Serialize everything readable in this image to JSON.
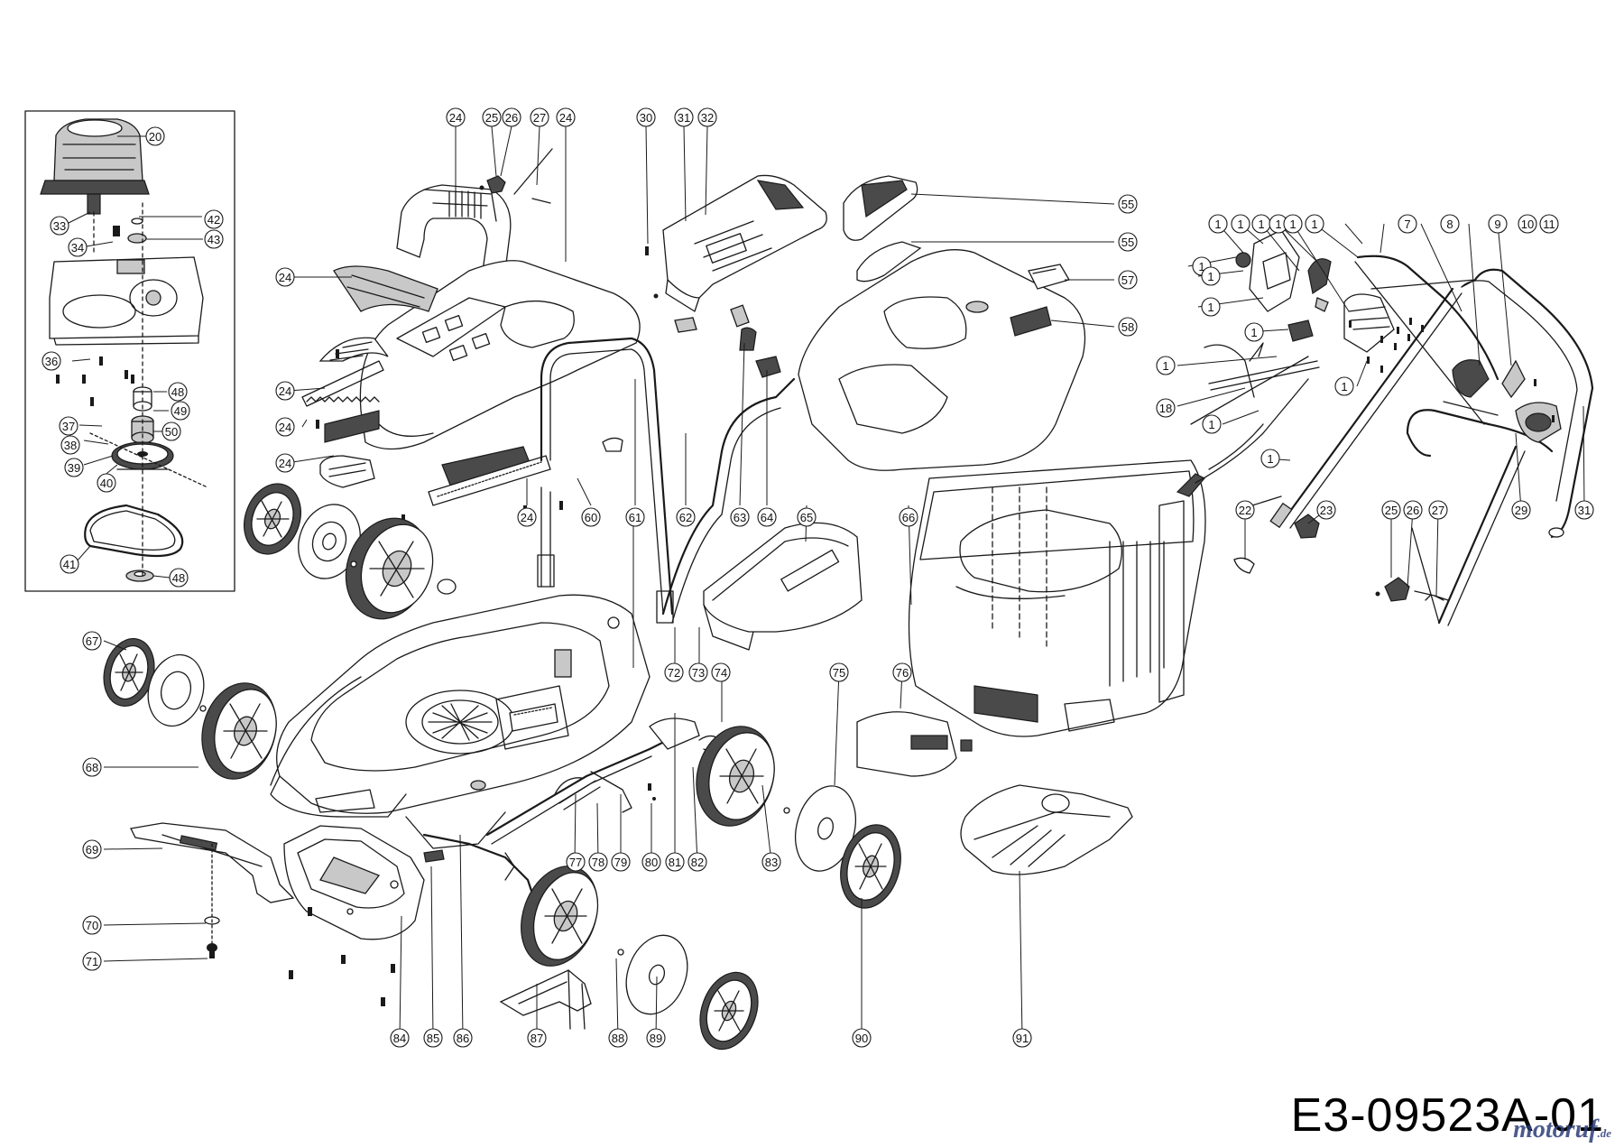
{
  "drawing_code": "E3-09523A-01",
  "watermark": {
    "text": "motoruf",
    "tld": ".de",
    "description": "motoruf.de site logo watermark"
  },
  "callout_labels": [
    "1",
    "7",
    "8",
    "9",
    "10",
    "11",
    "18",
    "20",
    "22",
    "23",
    "24",
    "25",
    "26",
    "27",
    "29",
    "30",
    "31",
    "32",
    "33",
    "34",
    "36",
    "37",
    "38",
    "39",
    "40",
    "41",
    "42",
    "43",
    "48",
    "49",
    "50",
    "55",
    "57",
    "58",
    "60",
    "61",
    "62",
    "63",
    "64",
    "65",
    "66",
    "67",
    "68",
    "69",
    "70",
    "71",
    "72",
    "73",
    "74",
    "75",
    "76",
    "77",
    "78",
    "79",
    "80",
    "81",
    "82",
    "83",
    "84",
    "85",
    "86",
    "87",
    "88",
    "89",
    "90",
    "91"
  ]
}
